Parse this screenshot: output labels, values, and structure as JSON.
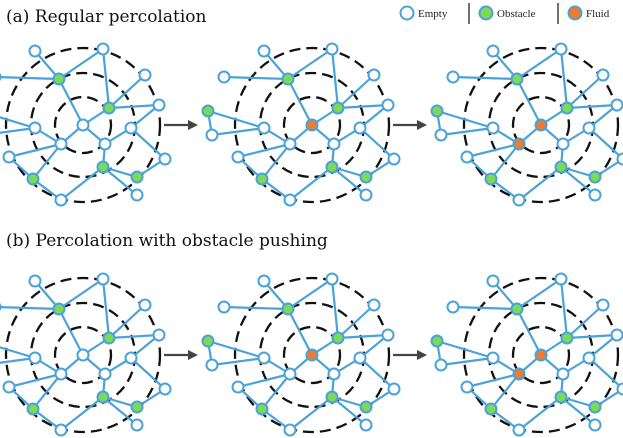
{
  "panels": [
    {
      "title": "(a) Regular percolation",
      "states": [
        [],
        [
          15
        ],
        [
          15,
          16
        ]
      ]
    },
    {
      "title": "(b) Percolation with obstacle pushing",
      "states": [
        [],
        [
          15
        ],
        [
          15,
          16
        ]
      ]
    }
  ],
  "legend": {
    "items": [
      {
        "label": "Empty",
        "color": "#ffffff"
      },
      {
        "label": "Obstacle",
        "color": "#7ed957"
      },
      {
        "label": "Fluid",
        "color": "#f07b2e"
      }
    ]
  },
  "colors": {
    "edge": "#4aa3d8",
    "ring": "#111111",
    "arrow": "#444444"
  }
}
